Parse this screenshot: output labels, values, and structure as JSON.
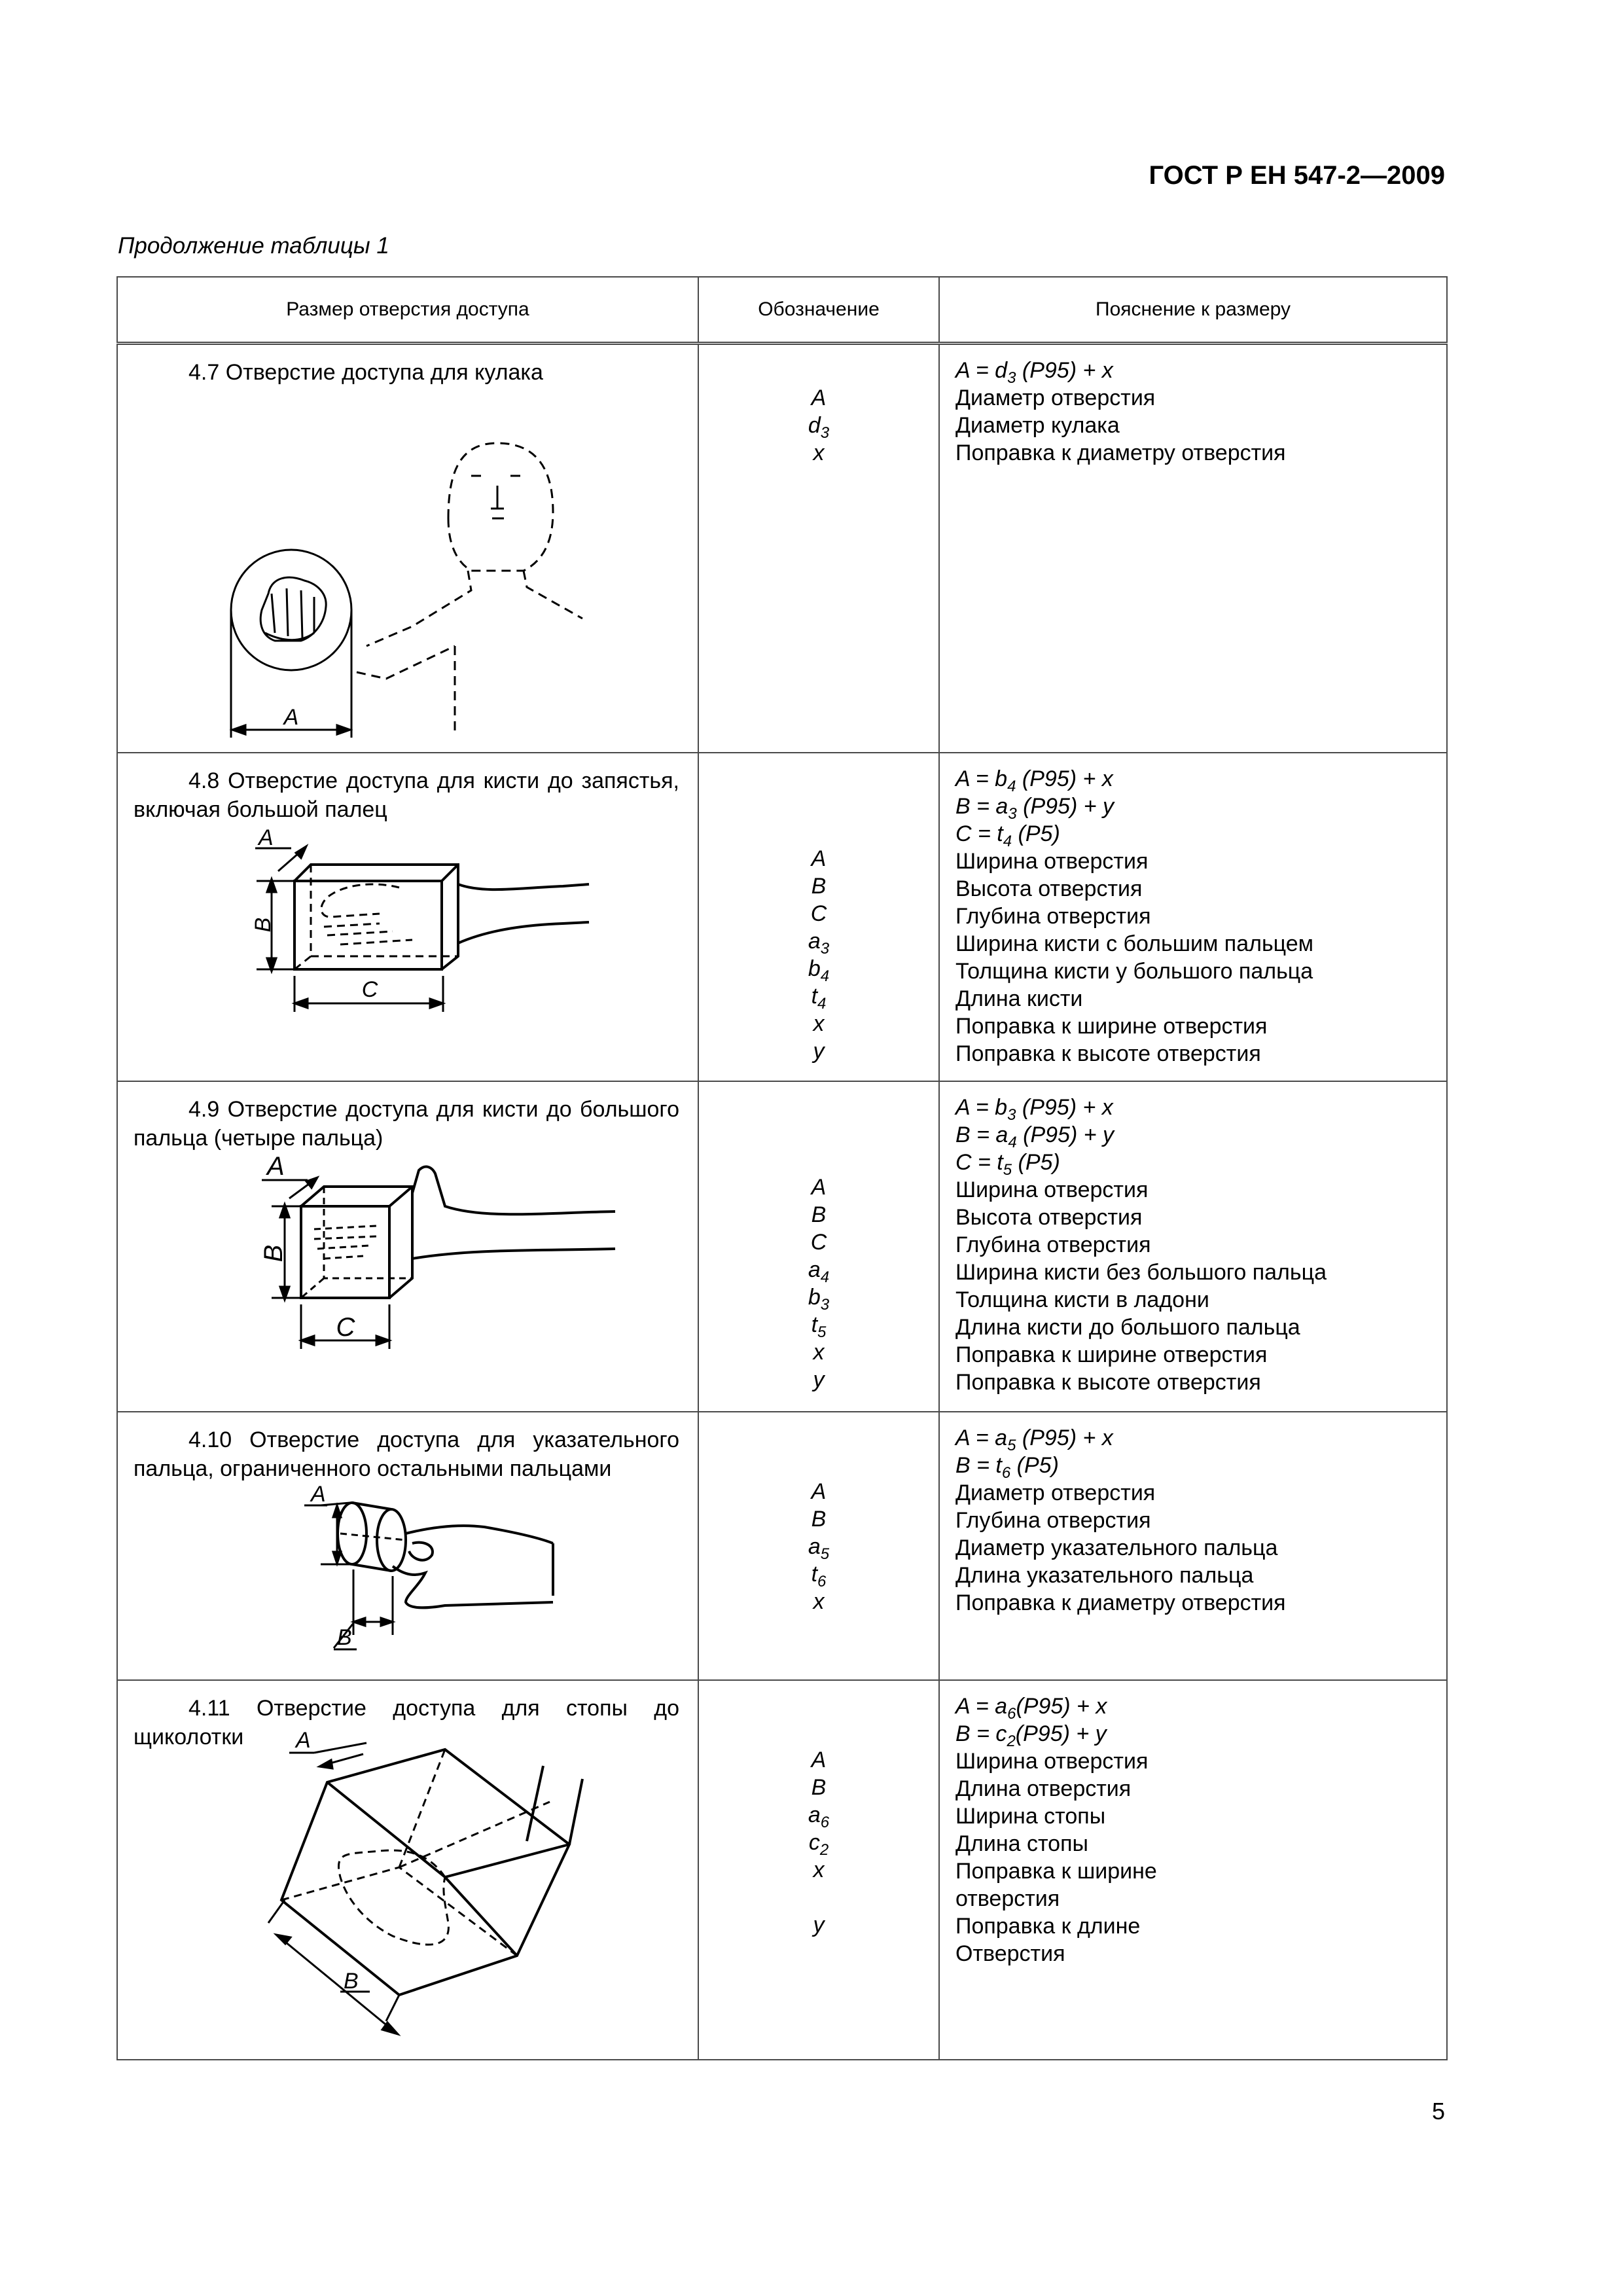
{
  "header": {
    "std_code": "ГОСТ Р ЕН 547-2—2009"
  },
  "caption": "Продолжение таблицы 1",
  "table": {
    "columns": [
      "Размер отверстия доступа",
      "Обозначение",
      "Пояснение к размеру"
    ],
    "rows": [
      {
        "title": "4.7 Отверстие доступа для кулака",
        "figure_labels": [
          "A"
        ],
        "symbols": [
          [
            "A",
            ""
          ],
          [
            "d",
            "3"
          ],
          [
            "x",
            ""
          ]
        ],
        "formulas": [
          [
            "A = d",
            "3",
            " (P95) + x"
          ]
        ],
        "explanations": [
          "Диаметр отверстия",
          "Диаметр кулака",
          "Поправка к диаметру отверстия"
        ]
      },
      {
        "title": "4.8 Отверстие доступа для кисти до запястья, включая большой палец",
        "figure_labels": [
          "A",
          "B",
          "C"
        ],
        "symbols": [
          [
            "A",
            ""
          ],
          [
            "B",
            ""
          ],
          [
            "C",
            ""
          ],
          [
            "a",
            "3"
          ],
          [
            "b",
            "4"
          ],
          [
            "t",
            "4"
          ],
          [
            "x",
            ""
          ],
          [
            "y",
            ""
          ]
        ],
        "formulas": [
          [
            "A = b",
            "4",
            " (P95) + x"
          ],
          [
            "B = a",
            "3",
            " (P95) + y"
          ],
          [
            "C = t",
            "4",
            " (P5)"
          ]
        ],
        "explanations": [
          "Ширина отверстия",
          "Высота отверстия",
          "Глубина отверстия",
          "Ширина кисти с большим пальцем",
          "Толщина кисти у большого пальца",
          "Длина кисти",
          "Поправка к ширине отверстия",
          "Поправка к высоте отверстия"
        ]
      },
      {
        "title": "4.9 Отверстие доступа для кисти до большого пальца (четыре пальца)",
        "figure_labels": [
          "A",
          "B",
          "C"
        ],
        "symbols": [
          [
            "A",
            ""
          ],
          [
            "B",
            ""
          ],
          [
            "C",
            ""
          ],
          [
            "a",
            "4"
          ],
          [
            "b",
            "3"
          ],
          [
            "t",
            "5"
          ],
          [
            "x",
            ""
          ],
          [
            "y",
            ""
          ]
        ],
        "formulas": [
          [
            "A = b",
            "3",
            " (P95) + x"
          ],
          [
            "B = a",
            "4",
            " (P95) + y"
          ],
          [
            "C = t",
            "5",
            " (P5)"
          ]
        ],
        "explanations": [
          "Ширина отверстия",
          "Высота отверстия",
          "Глубина отверстия",
          "Ширина кисти без большого пальца",
          "Толщина кисти в ладони",
          "Длина кисти до большого пальца",
          "Поправка к ширине отверстия",
          "Поправка к высоте отверстия"
        ]
      },
      {
        "title": "4.10 Отверстие доступа для указательного пальца, ограниченного остальными пальцами",
        "figure_labels": [
          "A",
          "B"
        ],
        "symbols": [
          [
            "A",
            ""
          ],
          [
            "B",
            ""
          ],
          [
            "a",
            "5"
          ],
          [
            "t",
            "6"
          ],
          [
            "x",
            ""
          ]
        ],
        "formulas": [
          [
            "A = a",
            "5",
            " (P95) + x"
          ],
          [
            "B = t",
            "6",
            " (P5)"
          ]
        ],
        "explanations": [
          "Диаметр отверстия",
          "Глубина отверстия",
          "Диаметр указательного пальца",
          "Длина указательного пальца",
          "Поправка к диаметру отверстия"
        ]
      },
      {
        "title": "4.11 Отверстие доступа для стопы до щиколотки",
        "figure_labels": [
          "A",
          "B"
        ],
        "symbols": [
          [
            "A",
            ""
          ],
          [
            "B",
            ""
          ],
          [
            "a",
            "6"
          ],
          [
            "c",
            "2"
          ],
          [
            "x",
            ""
          ],
          [
            "",
            ""
          ],
          [
            "y",
            ""
          ]
        ],
        "formulas": [
          [
            "A = a",
            "6",
            "(P95) + x"
          ],
          [
            "B = c",
            "2",
            "(P95) + y"
          ]
        ],
        "explanations": [
          "Ширина отверстия",
          "Длина отверстия",
          "Ширина стопы",
          "Длина стопы",
          "Поправка к ширине",
          "отверстия",
          "Поправка к длине",
          "Отверстия"
        ]
      }
    ]
  },
  "page_number": "5"
}
